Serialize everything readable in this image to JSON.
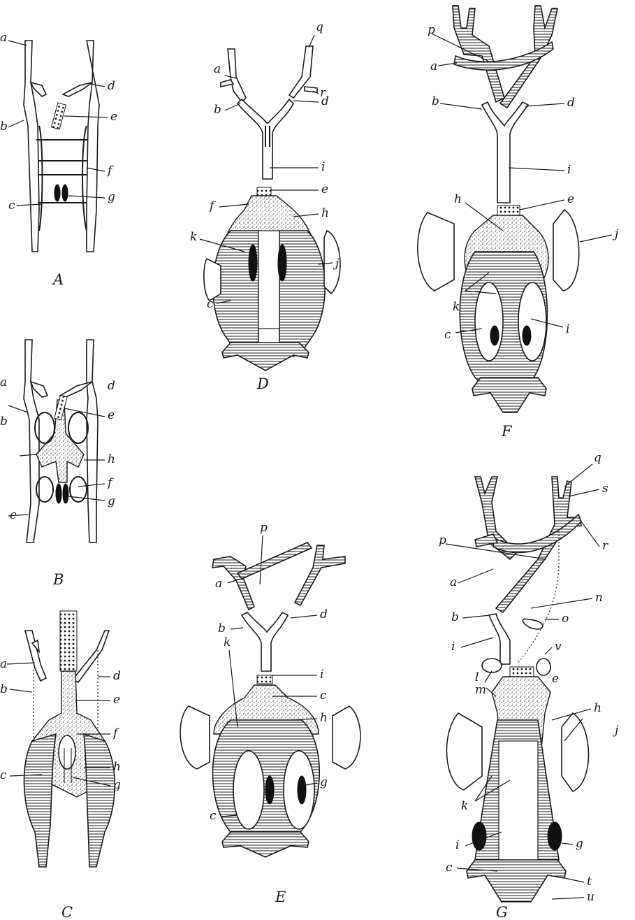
{
  "figure": {
    "panels": [
      {
        "caption": "A",
        "labels": [
          "a",
          "b",
          "c",
          "d",
          "e",
          "f",
          "g"
        ]
      },
      {
        "caption": "B",
        "labels": [
          "a",
          "b",
          "c",
          "d",
          "e",
          "h",
          "f",
          "g"
        ]
      },
      {
        "caption": "C",
        "labels": [
          "a",
          "b",
          "c",
          "d",
          "e",
          "f",
          "h",
          "g"
        ]
      },
      {
        "caption": "D",
        "labels": [
          "a",
          "b",
          "k",
          "c",
          "q",
          "r",
          "d",
          "i",
          "e",
          "f",
          "h",
          "j"
        ]
      },
      {
        "caption": "E",
        "labels": [
          "p",
          "a",
          "b",
          "k",
          "d",
          "i",
          "c",
          "h",
          "g",
          "c"
        ]
      },
      {
        "caption": "F",
        "labels": [
          "p",
          "a",
          "b",
          "d",
          "i",
          "h",
          "e",
          "j",
          "k",
          "c",
          "i"
        ]
      },
      {
        "caption": "G",
        "labels": [
          "q",
          "s",
          "p",
          "r",
          "a",
          "n",
          "b",
          "o",
          "i",
          "v",
          "l",
          "e",
          "m",
          "h",
          "j",
          "k",
          "i",
          "g",
          "c",
          "t",
          "u"
        ]
      }
    ]
  }
}
